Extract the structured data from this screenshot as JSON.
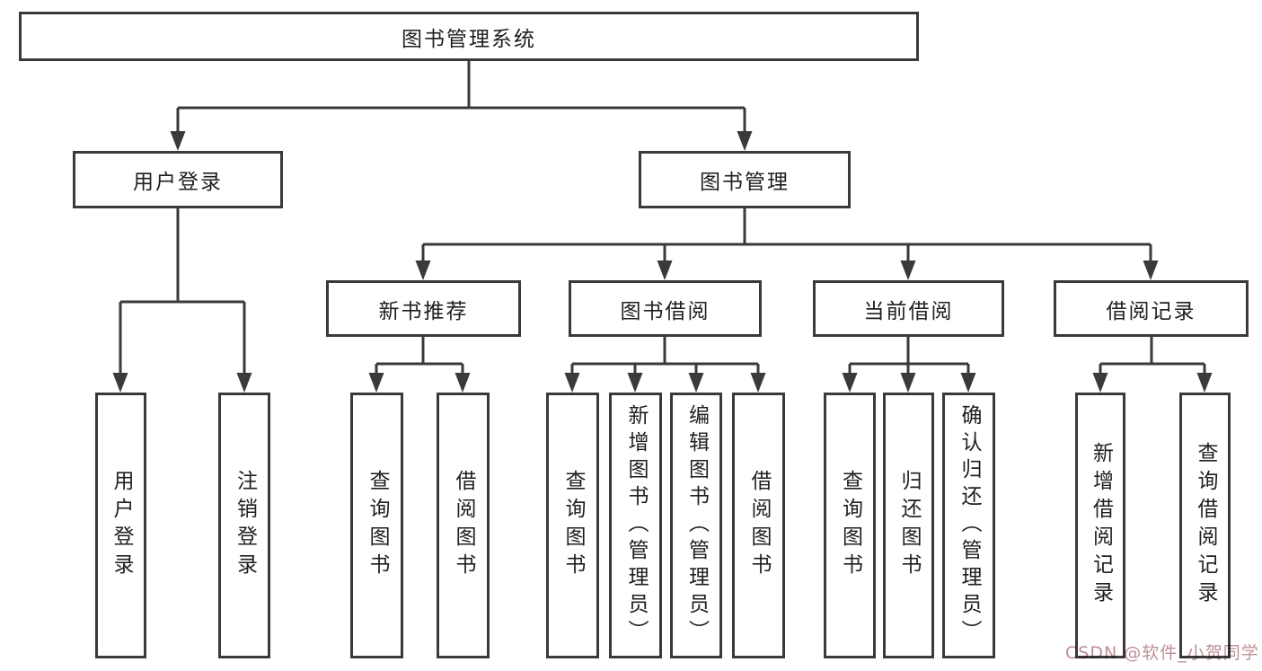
{
  "nodes": {
    "root": {
      "label": "图书管理系统"
    },
    "level2": [
      {
        "label": "用户登录"
      },
      {
        "label": "图书管理"
      }
    ],
    "level3": [
      {
        "label": "新书推荐"
      },
      {
        "label": "图书借阅"
      },
      {
        "label": "当前借阅"
      },
      {
        "label": "借阅记录"
      }
    ],
    "leaves": [
      {
        "label": "用户登录"
      },
      {
        "label": "注销登录"
      },
      {
        "label": "查询图书"
      },
      {
        "label": "借阅图书"
      },
      {
        "label": "查询图书"
      },
      {
        "label": "新增图书（管理员）"
      },
      {
        "label": "编辑图书（管理员）"
      },
      {
        "label": "借阅图书"
      },
      {
        "label": "查询图书"
      },
      {
        "label": "归还图书"
      },
      {
        "label": "确认归还（管理员）"
      },
      {
        "label": "新增借阅记录"
      },
      {
        "label": "查询借阅记录"
      }
    ]
  },
  "watermark": {
    "text": "CSDN @软件_小贺同学"
  },
  "colors": {
    "line": "#3a3a3a",
    "text": "#1f1f1f",
    "box_background": "#ffffff",
    "watermark": "#c08f97",
    "background": "#ffffff"
  }
}
